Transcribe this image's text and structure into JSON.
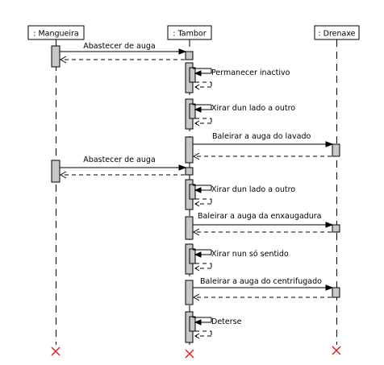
{
  "participants": [
    {
      "id": "mangueira",
      "name": ": Mangueira"
    },
    {
      "id": "tambor",
      "name": ": Tambor"
    },
    {
      "id": "drenaxe",
      "name": ": Drenaxe"
    }
  ],
  "messages": [
    {
      "id": "m1",
      "label": "Abastecer de auga",
      "from": "mangueira",
      "to": "tambor",
      "kind": "call"
    },
    {
      "id": "m2",
      "label": "Permanecer inactivo",
      "from": "tambor",
      "to": "tambor",
      "kind": "self"
    },
    {
      "id": "m3",
      "label": "Xirar dun lado a outro",
      "from": "tambor",
      "to": "tambor",
      "kind": "self"
    },
    {
      "id": "m4",
      "label": "Baleirar a auga do lavado",
      "from": "tambor",
      "to": "drenaxe",
      "kind": "call"
    },
    {
      "id": "m5",
      "label": "Abastecer de auga",
      "from": "mangueira",
      "to": "tambor",
      "kind": "call"
    },
    {
      "id": "m6",
      "label": "Xirar dun lado a outro",
      "from": "tambor",
      "to": "tambor",
      "kind": "self"
    },
    {
      "id": "m7",
      "label": "Baleirar a auga da enxaugadura",
      "from": "tambor",
      "to": "drenaxe",
      "kind": "call"
    },
    {
      "id": "m8",
      "label": "Xirar nun só sentido",
      "from": "tambor",
      "to": "tambor",
      "kind": "self"
    },
    {
      "id": "m9",
      "label": "Baleirar a auga do centrifugado",
      "from": "tambor",
      "to": "drenaxe",
      "kind": "call"
    },
    {
      "id": "m10",
      "label": "Deterse",
      "from": "tambor",
      "to": "tambor",
      "kind": "self"
    }
  ],
  "colors": {
    "activation": "#c8c8c8",
    "destroy": "#e02020",
    "line": "#000000"
  }
}
